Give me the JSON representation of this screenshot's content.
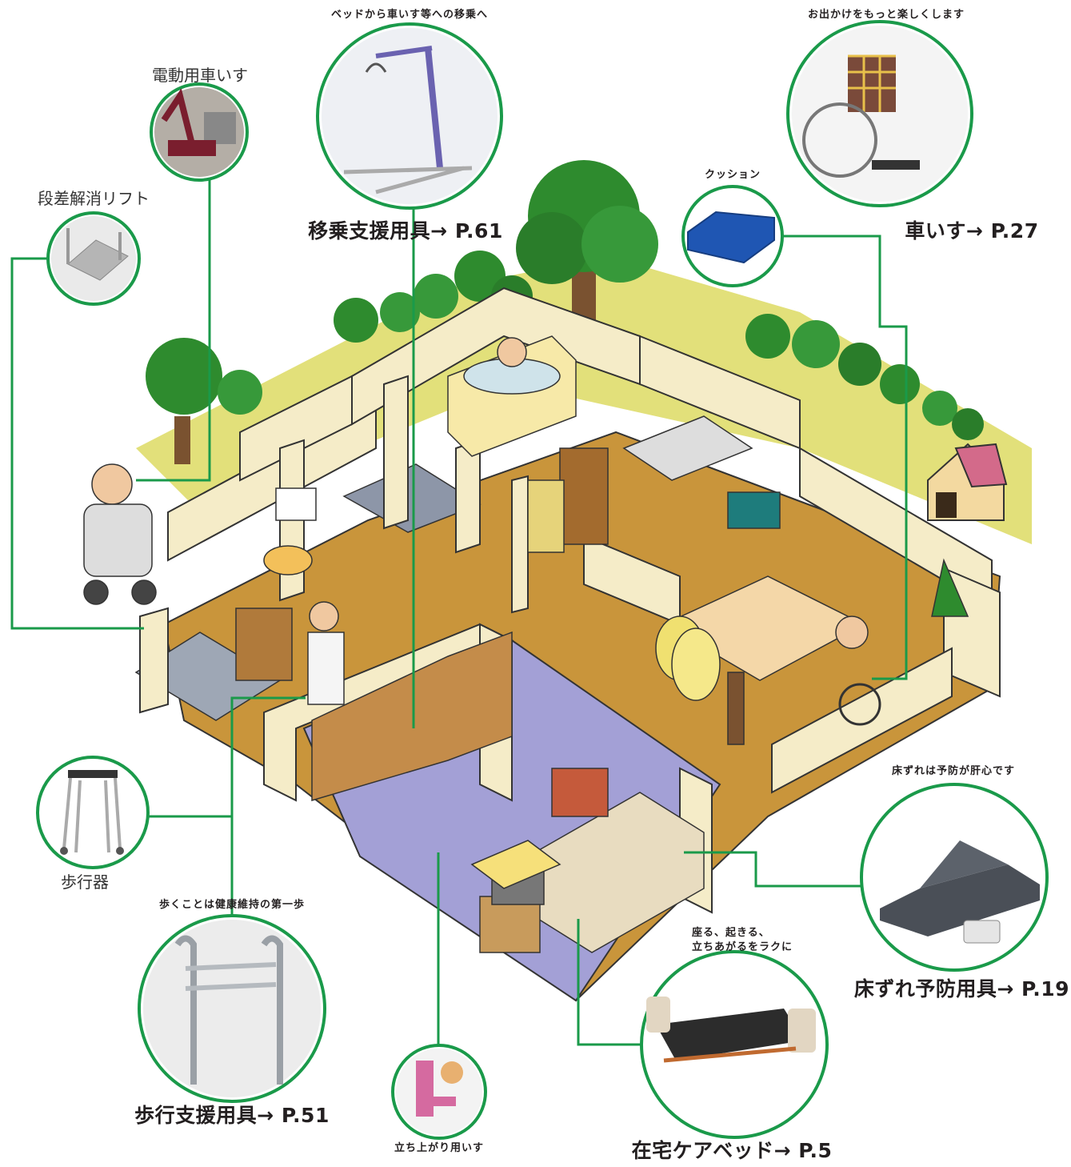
{
  "captions": {
    "transfer_note": "ベッドから車いす等への移乗へ",
    "outing_note": "お出かけをもっと楽しくします",
    "electric_wheelchair": "電動用車いす",
    "step_lift": "段差解消リフト",
    "transfer_aid": "移乗支援用具→ P.61",
    "cushion": "クッション",
    "wheelchair": "車いす→ P.27",
    "walker": "歩行器",
    "walking_note": "歩くことは健康維持の第一歩",
    "walking_aid": "歩行支援用具→ P.51",
    "standing_chair": "立ち上がり用いす",
    "bed_note_line1": "座る、起きる、",
    "bed_note_line2": "立ちあがるをラクに",
    "home_care_bed": "在宅ケアベッド→ P.5",
    "bedsore_note": "床ずれは予防が肝心です",
    "bedsore_aid": "床ずれ予防用具→ P.19"
  },
  "colors": {
    "accent_green": "#1a9a4a",
    "lawn": "#e2e07a",
    "floor_wood": "#c9953b",
    "floor_bedroom": "#a3a0d6",
    "wall": "#f5ecc8",
    "tree": "#2e8b2e"
  },
  "icons": {
    "transfer_aid": "patient-lift-icon",
    "wheelchair": "wheelchair-icon",
    "cushion": "cushion-icon",
    "electric_wheelchair": "mobility-scooter-icon",
    "step_lift": "step-lift-icon",
    "walker": "rolling-walker-icon",
    "walking_aid": "walking-frame-icon",
    "standing_chair": "standing-chair-icon",
    "home_care_bed": "care-bed-icon",
    "bedsore_aid": "pressure-mattress-icon"
  }
}
